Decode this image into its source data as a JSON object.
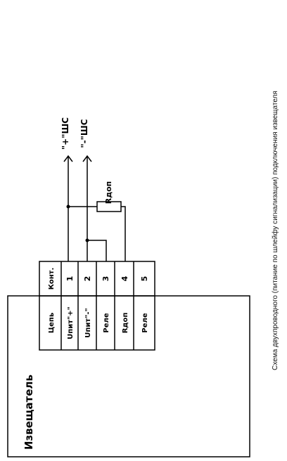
{
  "device": {
    "title": "Извещатель"
  },
  "table": {
    "header": {
      "circuit": "Цепь",
      "contact": "Конт."
    },
    "rows": [
      {
        "circuit": "Uпит\"+\"",
        "contact": "1"
      },
      {
        "circuit": "Uпит\"-\"",
        "contact": "2"
      },
      {
        "circuit": "Реле",
        "contact": "3"
      },
      {
        "circuit": "Rдоп",
        "contact": "4"
      },
      {
        "circuit": "Реле",
        "contact": "5"
      }
    ]
  },
  "loop": {
    "plus_label": "\"+\"ШС",
    "minus_label": "\"-\"ШС"
  },
  "resistor": {
    "label": "Rдоп"
  },
  "caption": "Схема двухпроводного (питание по шлейфу сигнализации) подключения извещателя"
}
